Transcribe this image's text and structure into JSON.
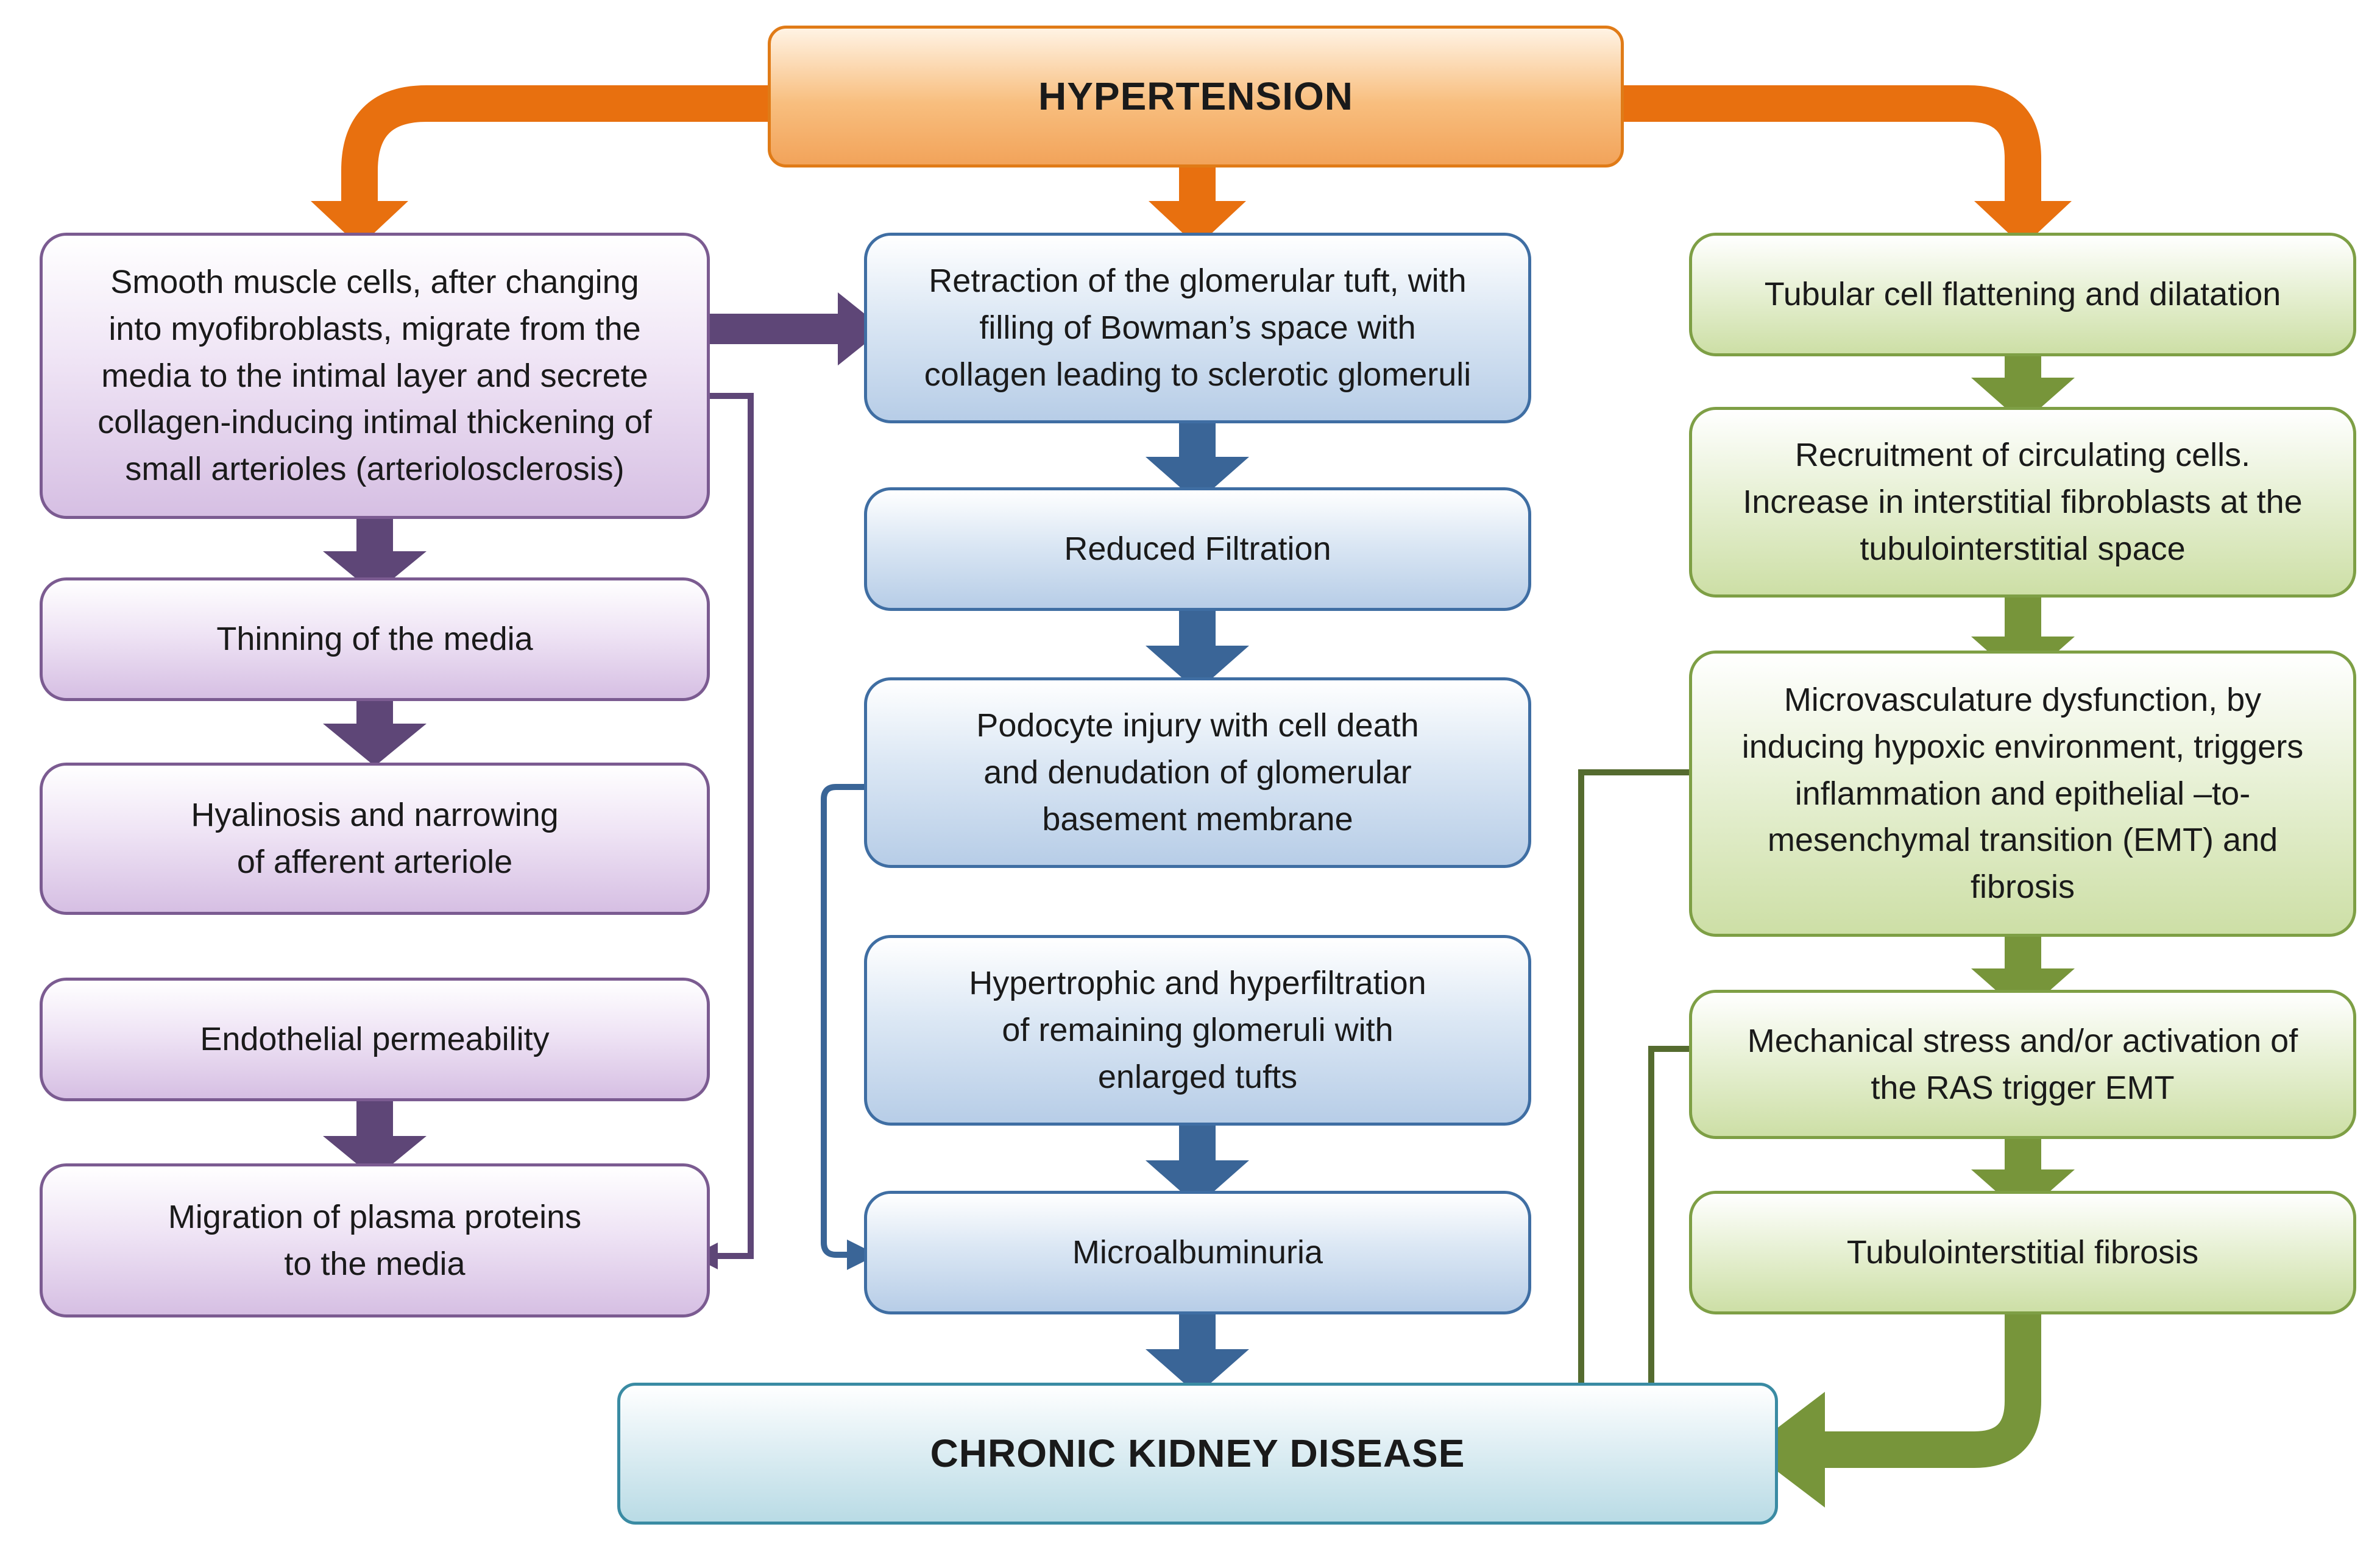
{
  "top": {
    "hypertension": "HYPERTENSION"
  },
  "bottom": {
    "ckd": "CHRONIC KIDNEY DISEASE"
  },
  "left_column": {
    "smooth_muscle": "Smooth muscle cells, after changing\ninto myofibroblasts, migrate from the\nmedia to the intimal layer and secrete\ncollagen-inducing intimal thickening of\nsmall arterioles (arteriolosclerosis)",
    "thinning": "Thinning of the media",
    "hyalinosis": "Hyalinosis and narrowing\nof afferent arteriole",
    "endothelial": "Endothelial permeability",
    "migration": "Migration of plasma proteins\nto the media"
  },
  "middle_column": {
    "retraction": "Retraction of the  glomerular tuft, with\nfilling of Bowman’s space with\ncollagen leading to sclerotic glomeruli",
    "reduced_filtration": "Reduced Filtration",
    "podocyte": "Podocyte injury with cell death\nand denudation of glomerular\nbasement membrane",
    "hypertrophic": "Hypertrophic and hyperfiltration\nof remaining glomeruli with\nenlarged tufts",
    "microalbuminuria": "Microalbuminuria"
  },
  "right_column": {
    "tubular": "Tubular cell flattening and dilatation",
    "recruitment": "Recruitment of circulating cells.\nIncrease in interstitial fibroblasts at the\ntubulointerstitial space",
    "microvasculature": "Microvasculature dysfunction, by\ninducing hypoxic environment, triggers\ninflammation and epithelial –to-\nmesenchymal transition (EMT) and\nfibrosis",
    "mechanical": "Mechanical stress and/or activation of\nthe RAS trigger EMT",
    "tubulo_fibrosis": "Tubulointerstitial fibrosis"
  },
  "colors": {
    "orange": "#e8700f",
    "purple": "#5e4677",
    "blue": "#3a6597",
    "green": "#77953a",
    "dark_green": "#556b2f"
  }
}
